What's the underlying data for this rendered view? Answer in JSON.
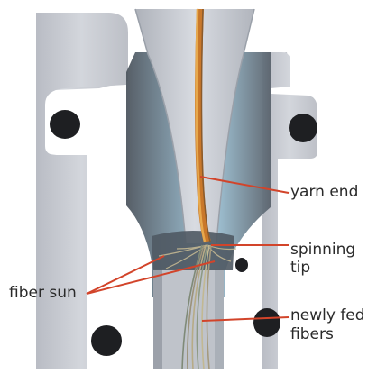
{
  "labels": {
    "yarn_end": "yarn end",
    "spinning_tip_line1": "spinning",
    "spinning_tip_line2": "tip",
    "newly_fed_line1": "newly fed",
    "newly_fed_line2": "fibers",
    "fiber_sun": "fiber sun"
  },
  "colors": {
    "body_gray": "#c9ccd3",
    "body_shade": "#a9adb6",
    "cavity_dark": "#5d6670",
    "cavity_blue": "#8fb8cf",
    "yarn_orange": "#d98b2b",
    "fiber_tan": "#b7ab86",
    "seal_black": "#1e1f22",
    "leader_red": "#d2442a",
    "background": "#ffffff"
  }
}
